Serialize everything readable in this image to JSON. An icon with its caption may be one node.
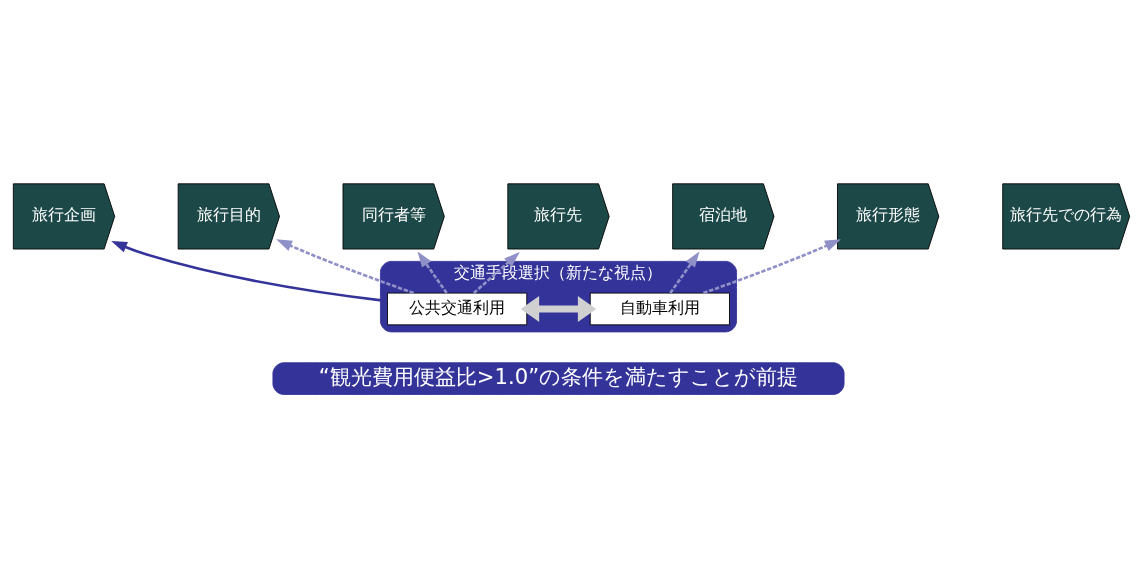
{
  "diagram": {
    "nodes": [
      {
        "text": [
          "旅行企画"
        ]
      },
      {
        "text": [
          "旅行目的"
        ]
      },
      {
        "text": [
          "同行者等"
        ]
      },
      {
        "text": [
          "旅行先"
        ]
      },
      {
        "text": [
          "宿泊地"
        ]
      },
      {
        "text": [
          "旅行形態"
        ]
      },
      {
        "text": [
          "旅行先での行為"
        ]
      },
      {
        "text": [
          "交通手段選択（新たな視点）"
        ]
      },
      {
        "text": [
          "公共交通利用"
        ],
        "in": 7
      },
      {
        "text": [
          "自動車利用"
        ],
        "in": 7
      },
      {
        "text": [
          "“観光費用便益比>1.0”の条件を満たすことが前提"
        ]
      }
    ],
    "edges": [
      {
        "from": 8,
        "to": 0,
        "arrow": "to",
        "color": "#333399"
      },
      {
        "from": 8,
        "to": 1,
        "arrow": "to",
        "style": "dashed",
        "color": "#9090c8"
      },
      {
        "from": 8,
        "to": 2,
        "arrow": "to",
        "style": "dashed",
        "color": "#9090c8"
      },
      {
        "from": 8,
        "to": 3,
        "arrow": "to",
        "style": "dashed",
        "color": "#9090c8"
      },
      {
        "from": 9,
        "to": 4,
        "arrow": "to",
        "style": "dashed",
        "color": "#9090c8"
      },
      {
        "from": 9,
        "to": 5,
        "arrow": "to",
        "style": "dashed",
        "color": "#9090c8"
      },
      {
        "from": 8,
        "to": 9,
        "arrow": "both",
        "style": "thick",
        "color": "#d0d0d0"
      }
    ]
  }
}
